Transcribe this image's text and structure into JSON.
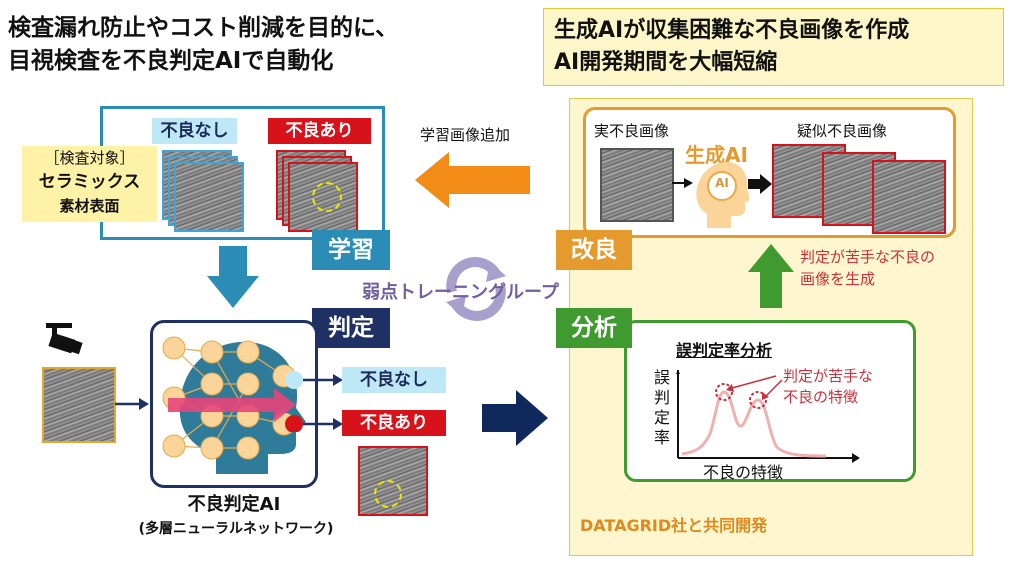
{
  "heading_left": [
    "検査漏れ防止やコスト削減を目的に、",
    "目視検査を不良判定AIで自動化"
  ],
  "heading_right": [
    "生成AIが収集困難な不良画像を作成",
    "AI開発期間を大幅短縮"
  ],
  "learn": {
    "tag_ok": "不良なし",
    "tag_ng": "不良あり",
    "target_lines": [
      "［検査対象］",
      "セラミックス",
      "素材表面"
    ],
    "section": "学習"
  },
  "add_images_label": "学習画像追加",
  "loop_label": "弱点トレーニングループ",
  "judge": {
    "section": "判定",
    "result_ok": "不良なし",
    "result_ng": "不良あり",
    "ai_name": "不良判定AI",
    "ai_sub": "(多層ニューラルネットワーク)"
  },
  "improve": {
    "section": "改良",
    "real_label": "実不良画像",
    "pseudo_label": "疑似不良画像",
    "genai_label": "生成AI",
    "ai_icon_text": "AI",
    "note_lines": [
      "判定が苦手な不良の",
      "画像を生成"
    ]
  },
  "analysis": {
    "section": "分析",
    "title": "誤判定率分析",
    "ylabel_chars": [
      "誤",
      "判",
      "定",
      "率"
    ],
    "xlabel": "不良の特徴",
    "note_lines": [
      "判定が苦手な",
      "不良の特徴"
    ]
  },
  "partner": "DATAGRID社と共同開発",
  "colors": {
    "learn_blue": "#2b8cb5",
    "judge_navy": "#1f3164",
    "improve_orange": "#e49a2c",
    "analysis_green": "#3f9a30",
    "ng_red": "#d8121b",
    "ok_lightblue": "#bfe8f7"
  },
  "icons": [
    "camera-icon",
    "head-network-icon",
    "head-ai-icon",
    "loop-arrow-icon"
  ]
}
